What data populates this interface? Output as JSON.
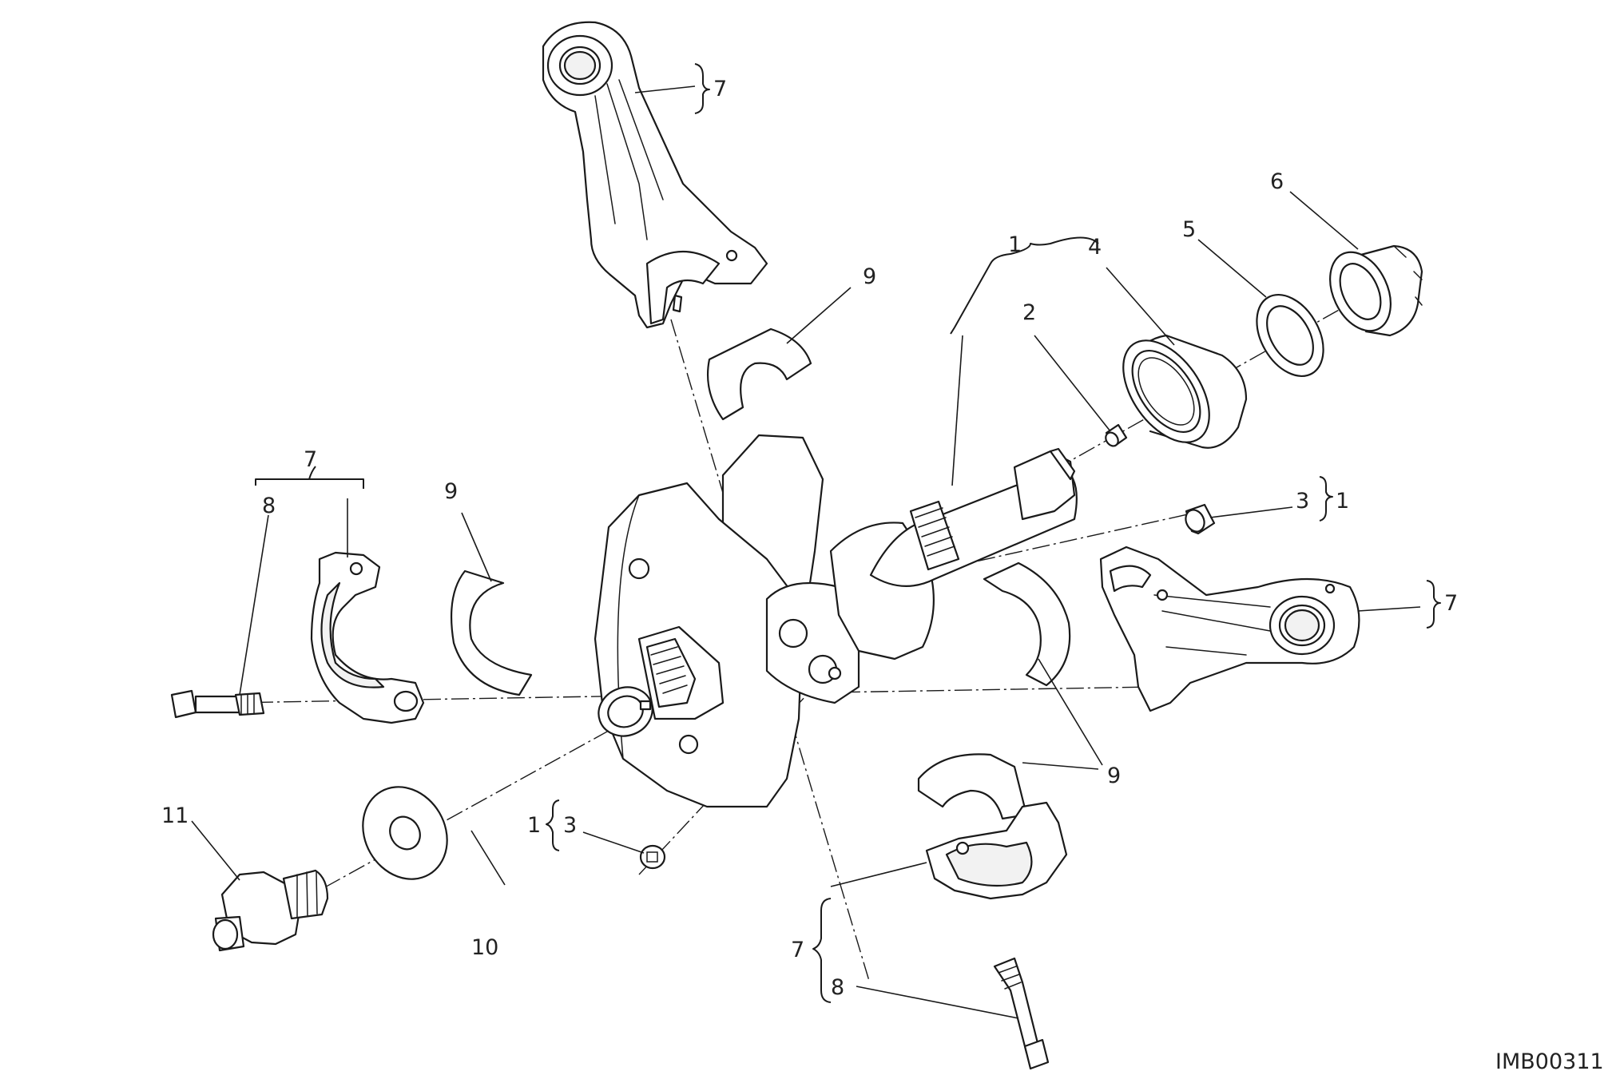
{
  "diagram_code": "IMB00311",
  "callouts": {
    "c1_top": "1",
    "c2": "2",
    "c3_right": "3",
    "c3_right_group": "1",
    "c4": "4",
    "c5": "5",
    "c6": "6",
    "c7_top": "7",
    "c7_left": "7",
    "c7_right": "7",
    "c7_bottom": "7",
    "c8_left": "8",
    "c8_bottom": "8",
    "c9_top": "9",
    "c9_left": "9",
    "c9_right": "9",
    "c10": "10",
    "c11": "11",
    "c3_bottom": "3",
    "c3_bottom_group": "1"
  }
}
